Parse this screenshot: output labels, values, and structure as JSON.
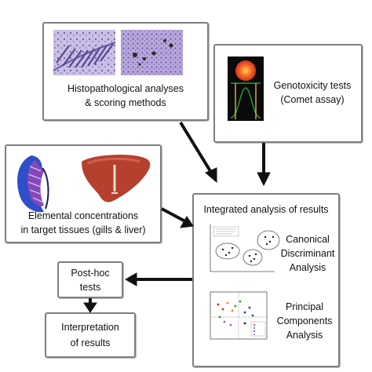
{
  "histopathology": {
    "line1": "Histopathological analyses",
    "line2": "& scoring methods"
  },
  "genotoxicity": {
    "line1": "Genotoxicity tests",
    "line2": "(Comet  assay)"
  },
  "elemental": {
    "line1": "Elemental concentrations",
    "line2": "in target tissues (gills & liver)"
  },
  "integrated": {
    "title": "Integrated analysis of results",
    "cda": {
      "line1": "Canonical",
      "line2": "Discriminant",
      "line3": "Analysis"
    },
    "pca": {
      "line1": "Principal",
      "line2": "Components",
      "line3": "Analysis"
    }
  },
  "posthoc": {
    "line1": "Post-hoc",
    "line2": "tests"
  },
  "interpretation": {
    "line1": "Interpretation",
    "line2": "of results"
  },
  "colors": {
    "box_border": "#7f7f7f",
    "arrow": "#111111",
    "histology_stain": "#8e7bc0",
    "liver": "#b5402e",
    "gill_blue": "#2e4fc9",
    "comet_red": "#e8502a"
  }
}
